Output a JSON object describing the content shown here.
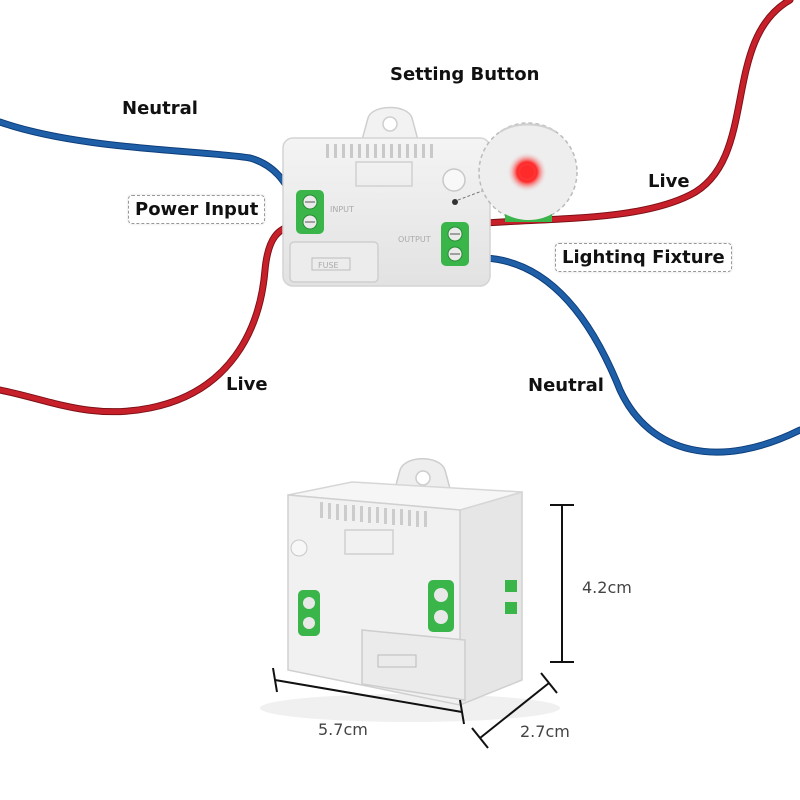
{
  "labels": {
    "neutral_in": "Neutral",
    "power_input": "Power Input",
    "live_in": "Live",
    "setting_button": "Setting Button",
    "live_out": "Live",
    "lighting_fixture": "Lightinq Fixture",
    "neutral_out": "Neutral"
  },
  "device_text": {
    "input": "INPUT",
    "output": "OUTPUT",
    "fuse": "FUSE"
  },
  "dimensions": {
    "height": "4.2cm",
    "width": "5.7cm",
    "depth": "2.7cm"
  },
  "colors": {
    "live_wire": "#c8202a",
    "neutral_wire": "#1e5fa8",
    "terminal_green": "#39b54a",
    "led_red": "#ff2a2a"
  }
}
